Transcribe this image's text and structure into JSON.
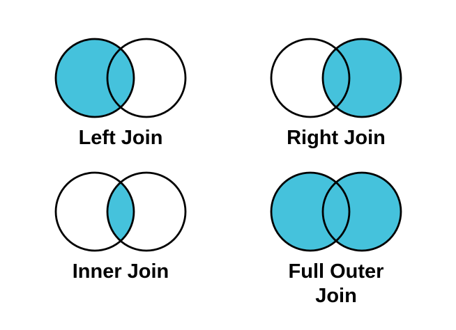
{
  "colors": {
    "fill": "#45C2DC",
    "stroke": "#000000",
    "background": "#FFFFFF",
    "label_text": "#000000"
  },
  "diagrams": [
    {
      "label": "Left Join",
      "filled_regions": {
        "left_circle": true,
        "right_circle": false,
        "intersection": true
      }
    },
    {
      "label": "Right Join",
      "filled_regions": {
        "left_circle": false,
        "right_circle": true,
        "intersection": true
      }
    },
    {
      "label": "Inner Join",
      "filled_regions": {
        "left_circle": false,
        "right_circle": false,
        "intersection": true
      }
    },
    {
      "label": "Full Outer\nJoin",
      "filled_regions": {
        "left_circle": true,
        "right_circle": true,
        "intersection": true
      }
    }
  ]
}
